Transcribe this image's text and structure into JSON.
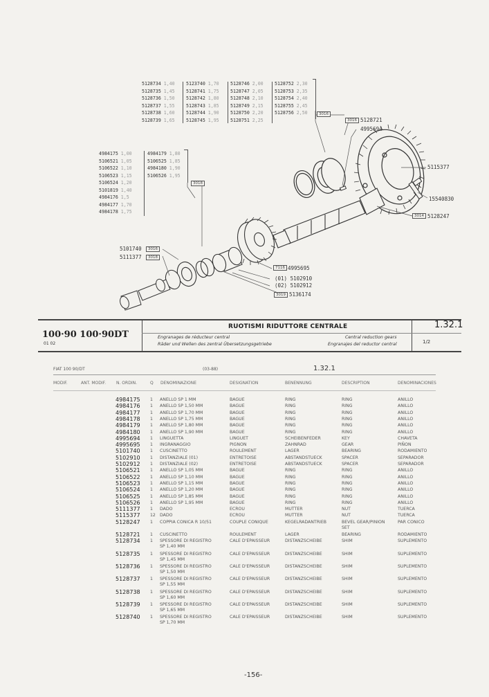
{
  "shim_table": {
    "col1": [
      [
        "5128734",
        "1,40"
      ],
      [
        "5128735",
        "1,45"
      ],
      [
        "5128736",
        "1,50"
      ],
      [
        "5128737",
        "1,55"
      ],
      [
        "5128738",
        "1,60"
      ],
      [
        "5128739",
        "1,65"
      ]
    ],
    "col2": [
      [
        "5123740",
        "1,70"
      ],
      [
        "5128741",
        "1,75"
      ],
      [
        "5128742",
        "1,80"
      ],
      [
        "5128743",
        "1,85"
      ],
      [
        "5128744",
        "1,90"
      ],
      [
        "5128745",
        "1,95"
      ]
    ],
    "col3": [
      [
        "5128746",
        "2,00"
      ],
      [
        "5128747",
        "2,05"
      ],
      [
        "5128748",
        "2,10"
      ],
      [
        "5128749",
        "2,15"
      ],
      [
        "5128750",
        "2,20"
      ],
      [
        "5128751",
        "2,25"
      ]
    ],
    "col4": [
      [
        "5128752",
        "2,30"
      ],
      [
        "5128753",
        "2,35"
      ],
      [
        "5128754",
        "2,40"
      ],
      [
        "5128755",
        "2,45"
      ],
      [
        "5128756",
        "2,50"
      ]
    ]
  },
  "ring_table": {
    "col1": [
      [
        "4984175",
        "1,00"
      ],
      [
        "5106521",
        "1,05"
      ],
      [
        "5106522",
        "1,10"
      ],
      [
        "5106523",
        "1,15"
      ],
      [
        "5106524",
        "1,20"
      ],
      [
        "5101819",
        "1,40"
      ],
      [
        "4984176",
        "1,5"
      ],
      [
        "4984177",
        "1,70"
      ],
      [
        "4984178",
        "1,75"
      ]
    ],
    "col2": [
      [
        "4984179",
        "1,80"
      ],
      [
        "5106525",
        "1,85"
      ],
      [
        "4984180",
        "1,90"
      ],
      [
        "5106526",
        "1,95"
      ]
    ]
  },
  "diagram_labels": {
    "ref_3016_a": "3016",
    "ref_3016_b": "3016",
    "ref_3018": "3018",
    "ref_3016_c": "3016",
    "ref_3018_b": "3018",
    "ref_7116": "7116",
    "ref_3014": "3014",
    "ref_3019": "3019",
    "p5128721": "5128721",
    "p4995694": "4995694",
    "p5115377": "5115377",
    "p15540830": "15540830",
    "p5128247": "5128247",
    "p5101740": "5101740",
    "p5111377": "5111377",
    "p4995695": "4995695",
    "p5102910": "(01) 5102910",
    "p5102912": "(02) 5102912",
    "p5136174": "5136174"
  },
  "title_block": {
    "model": "100·90 100·90DT",
    "variant": "01  02",
    "title_it": "RUOTISMI RIDUTTORE CENTRALE",
    "title_fr": "Engranages de réducteur central",
    "title_de": "Räder und Wellen des zentral Übersetzungsgetriebe",
    "title_en": "Central reduction gears",
    "title_es": "Engranajes del reductor central",
    "section": "1.32.1",
    "page_of": "1/2"
  },
  "list_header": {
    "model": "FIAT 100 90/DT",
    "date": "(03-88)",
    "section": "1.32.1",
    "cols": [
      "MODIF.",
      "ANT. MODIF.",
      "N. ORDIN.",
      "Q",
      "DENOMINAZIONE",
      "DESIGNATION",
      "BENENNUNG",
      "DESCRIPTION",
      "DENOMINACIONES"
    ]
  },
  "parts": [
    {
      "pn": "4984175",
      "q": "1",
      "it": "ANELLO SP 1 MM",
      "fr": "BAGUE",
      "de": "RING",
      "en": "RING",
      "es": "ANILLO"
    },
    {
      "pn": "4984176",
      "q": "1",
      "it": "ANELLO SP 1,50 MM",
      "fr": "BAGUE",
      "de": "RING",
      "en": "RING",
      "es": "ANILLO"
    },
    {
      "pn": "4984177",
      "q": "1",
      "it": "ANELLO SP 1,70 MM",
      "fr": "BAGUE",
      "de": "RING",
      "en": "RING",
      "es": "ANILLO"
    },
    {
      "pn": "4984178",
      "q": "1",
      "it": "ANELLO SP 1,75 MM",
      "fr": "BAGUE",
      "de": "RING",
      "en": "RING",
      "es": "ANILLO"
    },
    {
      "pn": "4984179",
      "q": "1",
      "it": "ANELLO SP 1,80 MM",
      "fr": "BAGUE",
      "de": "RING",
      "en": "RING",
      "es": "ANILLO"
    },
    {
      "pn": "4984180",
      "q": "1",
      "it": "ANELLO SP 1,90 MM",
      "fr": "BAGUE",
      "de": "RING",
      "en": "RING",
      "es": "ANILLO"
    },
    {
      "pn": "4995694",
      "q": "1",
      "it": "LINGUETTA",
      "fr": "LINGUET",
      "de": "SCHEIBENFEDER",
      "en": "KEY",
      "es": "CHAVETA"
    },
    {
      "pn": "4995695",
      "q": "1",
      "it": "INGRANAGGIO",
      "fr": "PIGNON",
      "de": "ZAHNRAD",
      "en": "GEAR",
      "es": "PIÑON"
    },
    {
      "pn": "5101740",
      "q": "1",
      "it": "CUSCINETTO",
      "fr": "ROULEMENT",
      "de": "LAGER",
      "en": "BEARING",
      "es": "RODAMIENTO"
    },
    {
      "pn": "5102910",
      "q": "1",
      "it": "DISTANZIALE (01)",
      "fr": "ENTRETOISE",
      "de": "ABSTANDSTUECK",
      "en": "SPACER",
      "es": "SEPARADOR"
    },
    {
      "pn": "5102912",
      "q": "1",
      "it": "DISTANZIALE (02)",
      "fr": "ENTRETOISE",
      "de": "ABSTANDSTUECK",
      "en": "SPACER",
      "es": "SEPARADOR"
    },
    {
      "pn": "5106521",
      "q": "1",
      "it": "ANELLO SP 1,05 MM",
      "fr": "BAGUE",
      "de": "RING",
      "en": "RING",
      "es": "ANILLO"
    },
    {
      "pn": "5106522",
      "q": "1",
      "it": "ANELLO SP 1,10 MM",
      "fr": "BAGUE",
      "de": "RING",
      "en": "RING",
      "es": "ANILLO"
    },
    {
      "pn": "5106523",
      "q": "1",
      "it": "ANELLO SP 1,15 MM",
      "fr": "BAGUE",
      "de": "RING",
      "en": "RING",
      "es": "ANILLO"
    },
    {
      "pn": "5106524",
      "q": "1",
      "it": "ANELLO SP 1,20 MM",
      "fr": "BAGUE",
      "de": "RING",
      "en": "RING",
      "es": "ANILLO"
    },
    {
      "pn": "5106525",
      "q": "1",
      "it": "ANELLO SP 1,85 MM",
      "fr": "BAGUE",
      "de": "RING",
      "en": "RING",
      "es": "ANILLO"
    },
    {
      "pn": "5106526",
      "q": "1",
      "it": "ANELLO SP 1,95 MM",
      "fr": "BAGUE",
      "de": "RING",
      "en": "RING",
      "es": "ANILLO"
    },
    {
      "pn": "5111377",
      "q": "1",
      "it": "DADO",
      "fr": "ECROU",
      "de": "MUTTER",
      "en": "NUT",
      "es": "TUERCA"
    },
    {
      "pn": "5115377",
      "q": "12",
      "it": "DADO",
      "fr": "ECROU",
      "de": "MUTTER",
      "en": "NUT",
      "es": "TUERCA"
    },
    {
      "pn": "5128247",
      "q": "1",
      "it": "COPPIA CONICA R 10/51",
      "fr": "COUPLE CONIQUE",
      "de": "KEGELRADANTRIEB",
      "en": "BEVEL GEAR/PINION",
      "es": "PAR CONICO",
      "it2": "",
      "en2": "SET"
    },
    {
      "pn": "5128721",
      "q": "1",
      "it": "CUSCINETTO",
      "fr": "ROULEMENT",
      "de": "LAGER",
      "en": "BEARING",
      "es": "RODAMIENTO"
    },
    {
      "pn": "5128734",
      "q": "1",
      "it": "SPESSORE DI REGISTRO",
      "fr": "CALE D'EPAISSEUR",
      "de": "DISTANZSCHEIBE",
      "en": "SHIM",
      "es": "SUPLEMENTO",
      "it2": "SP 1,40 MM"
    },
    {
      "pn": "5128735",
      "q": "1",
      "it": "SPESSORE DI REGISTRO",
      "fr": "CALE D'EPAISSEUR",
      "de": "DISTANZSCHEIBE",
      "en": "SHIM",
      "es": "SUPLEMENTO",
      "it2": "SP 1,45 MM"
    },
    {
      "pn": "5128736",
      "q": "1",
      "it": "SPESSORE DI REGISTRO",
      "fr": "CALE D'EPAISSEUR",
      "de": "DISTANZSCHEIBE",
      "en": "SHIM",
      "es": "SUPLEMENTO",
      "it2": "SP 1,50 MM"
    },
    {
      "pn": "5128737",
      "q": "1",
      "it": "SPESSORE DI REGISTRO",
      "fr": "CALE D'EPAISSEUR",
      "de": "DISTANZSCHEIBE",
      "en": "SHIM",
      "es": "SUPLEMENTO",
      "it2": "SP 1,55 MM"
    },
    {
      "pn": "5128738",
      "q": "1",
      "it": "SPESSORE DI REGISTRO",
      "fr": "CALE D'EPAISSEUR",
      "de": "DISTANZSCHEIBE",
      "en": "SHIM",
      "es": "SUPLEMENTO",
      "it2": "SP 1,60 MM"
    },
    {
      "pn": "5128739",
      "q": "1",
      "it": "SPESSORE DI REGISTRO",
      "fr": "CALE D'EPAISSEUR",
      "de": "DISTANZSCHEIBE",
      "en": "SHIM",
      "es": "SUPLEMENTO",
      "it2": "SP 1,65 MM"
    },
    {
      "pn": "5128740",
      "q": "1",
      "it": "SPESSORE DI REGISTRO",
      "fr": "CALE D'EPAISSEUR",
      "de": "DISTANZSCHEIBE",
      "en": "SHIM",
      "es": "SUPLEMENTO",
      "it2": "SP 1,70 MM"
    }
  ],
  "footer": {
    "page": "-156-"
  }
}
